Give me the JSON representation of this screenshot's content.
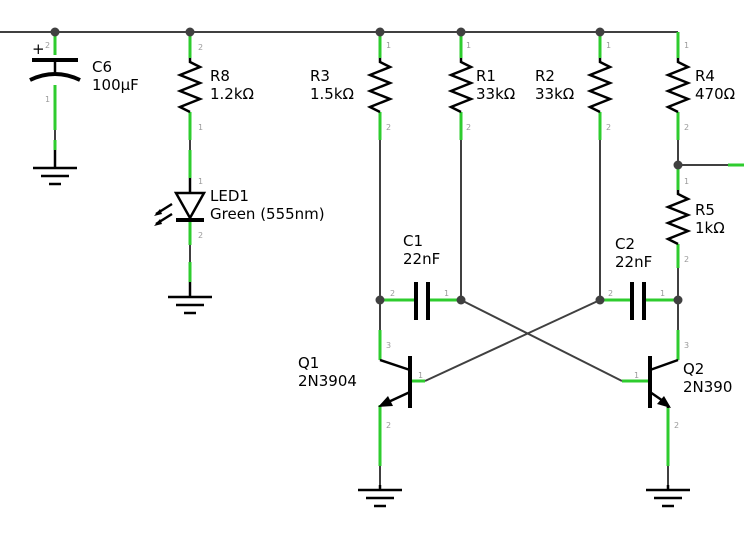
{
  "components": {
    "c6": {
      "ref": "C6",
      "value": "100µF",
      "polarity": "+"
    },
    "r8": {
      "ref": "R8",
      "value": "1.2kΩ"
    },
    "led1": {
      "ref": "LED1",
      "value": "Green (555nm)"
    },
    "r3": {
      "ref": "R3",
      "value": "1.5kΩ"
    },
    "r1": {
      "ref": "R1",
      "value": "33kΩ"
    },
    "r2": {
      "ref": "R2",
      "value": "33kΩ"
    },
    "r4": {
      "ref": "R4",
      "value": "470Ω"
    },
    "r5": {
      "ref": "R5",
      "value": "1kΩ"
    },
    "c1": {
      "ref": "C1",
      "value": "22nF"
    },
    "c2": {
      "ref": "C2",
      "value": "22nF"
    },
    "q1": {
      "ref": "Q1",
      "value": "2N3904"
    },
    "q2": {
      "ref": "Q2",
      "value": "2N390"
    }
  },
  "pins": {
    "one": "1",
    "two": "2",
    "three": "3"
  },
  "colors": {
    "wire": "#404040",
    "pin": "#2ecc2e",
    "symbol": "#000000"
  }
}
